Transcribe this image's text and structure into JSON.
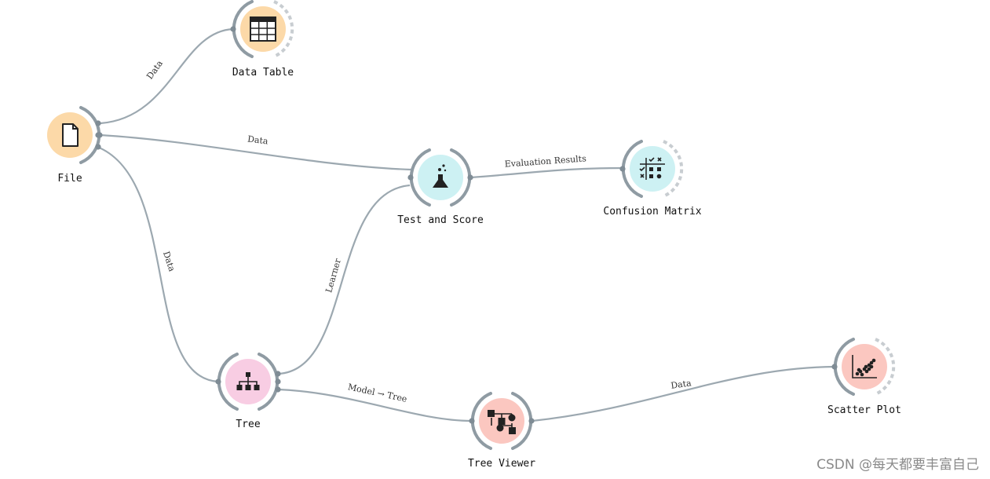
{
  "colors": {
    "link": "#9ca8b0",
    "anchor": "#7f8c95",
    "bracket": "#8f9ba3",
    "dashed_bracket": "#c8cdd1"
  },
  "widgets": [
    {
      "id": "file",
      "label": "File",
      "icon": "file-icon",
      "color": "#fcd9a8"
    },
    {
      "id": "data_table",
      "label": "Data Table",
      "icon": "table-icon",
      "color": "#fcd9a8"
    },
    {
      "id": "test_and_score",
      "label": "Test and Score",
      "icon": "flask-icon",
      "color": "#cdf1f3"
    },
    {
      "id": "confusion_matrix",
      "label": "Confusion Matrix",
      "icon": "confusion-matrix-icon",
      "color": "#cdf1f3"
    },
    {
      "id": "tree",
      "label": "Tree",
      "icon": "tree-icon",
      "color": "#f8cde3"
    },
    {
      "id": "tree_viewer",
      "label": "Tree Viewer",
      "icon": "tree-viewer-icon",
      "color": "#fbc7c0"
    },
    {
      "id": "scatter_plot",
      "label": "Scatter Plot",
      "icon": "scatter-plot-icon",
      "color": "#fbc7c0"
    }
  ],
  "links": [
    {
      "from": "file",
      "to": "data_table",
      "label": "Data"
    },
    {
      "from": "file",
      "to": "test_and_score",
      "label": "Data"
    },
    {
      "from": "file",
      "to": "tree",
      "label": "Data"
    },
    {
      "from": "tree",
      "to": "test_and_score",
      "label": "Learner"
    },
    {
      "from": "test_and_score",
      "to": "confusion_matrix",
      "label": "Evaluation Results"
    },
    {
      "from": "tree",
      "to": "tree_viewer",
      "label": "Model → Tree"
    },
    {
      "from": "tree_viewer",
      "to": "scatter_plot",
      "label": "Data"
    }
  ],
  "watermark": "CSDN @每天都要丰富自己"
}
